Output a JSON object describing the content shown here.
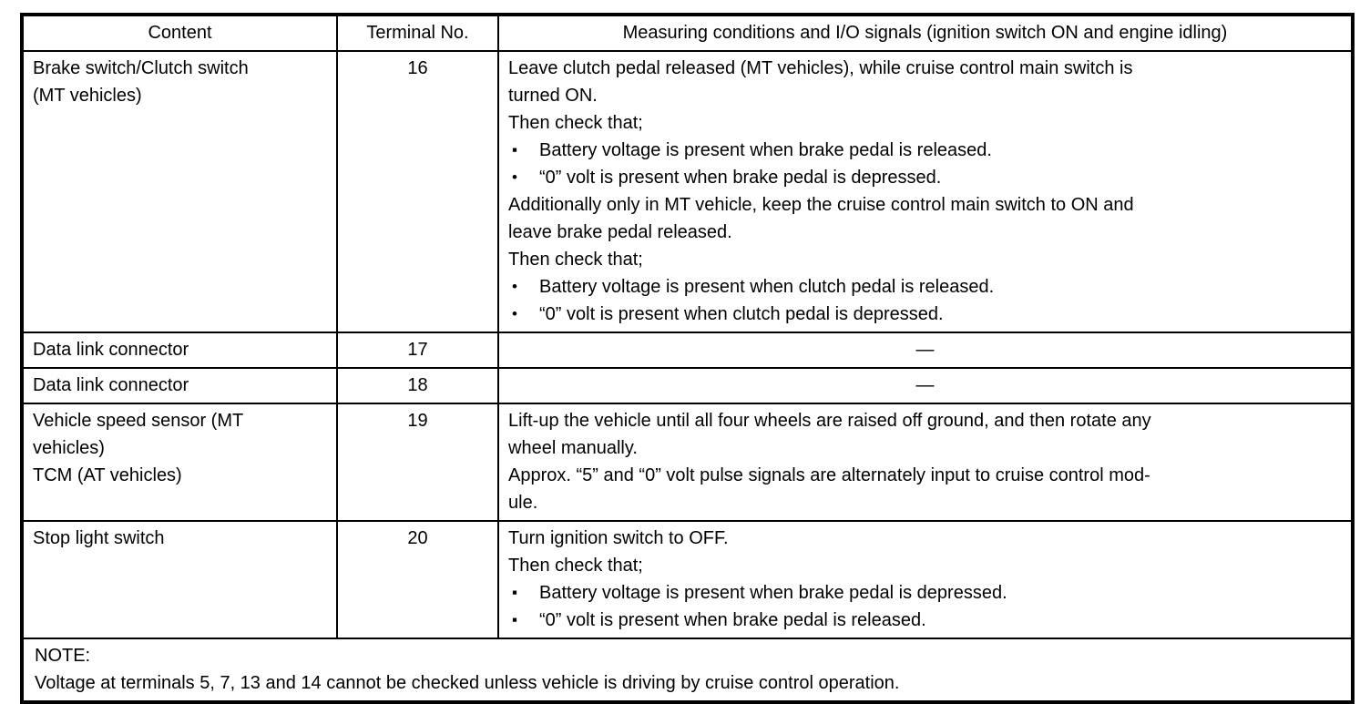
{
  "table": {
    "headers": [
      "Content",
      "Terminal No.",
      "Measuring conditions and I/O signals (ignition switch ON and engine idling)"
    ],
    "rows": [
      {
        "content_lines": [
          "Brake switch/Clutch switch",
          "(MT vehicles)"
        ],
        "terminal": "16",
        "condition_lines": [
          {
            "bullet": "",
            "text": "Leave clutch pedal released (MT vehicles), while cruise control main switch is"
          },
          {
            "bullet": "",
            "text": "turned ON."
          },
          {
            "bullet": "",
            "text": "Then check that;"
          },
          {
            "bullet": "▪",
            "text": "Battery voltage is present when brake pedal is released."
          },
          {
            "bullet": "•",
            "text": "“0” volt is present when brake pedal is depressed."
          },
          {
            "bullet": "",
            "text": "Additionally only in MT vehicle, keep the cruise control main switch to ON and"
          },
          {
            "bullet": "",
            "text": "leave brake pedal released."
          },
          {
            "bullet": "",
            "text": "Then check that;"
          },
          {
            "bullet": "•",
            "text": "Battery voltage is present when clutch pedal is released."
          },
          {
            "bullet": "•",
            "text": "“0” volt is present when clutch pedal is depressed."
          }
        ]
      },
      {
        "content_lines": [
          "Data link connector"
        ],
        "terminal": "17",
        "dash": "—"
      },
      {
        "content_lines": [
          "Data link connector"
        ],
        "terminal": "18",
        "dash": "—"
      },
      {
        "content_lines": [
          "Vehicle speed sensor (MT",
          "vehicles)",
          "TCM (AT vehicles)"
        ],
        "terminal": "19",
        "condition_lines": [
          {
            "bullet": "",
            "text": "Lift-up the vehicle until all four wheels are raised off ground, and then rotate any"
          },
          {
            "bullet": "",
            "text": "wheel manually."
          },
          {
            "bullet": "",
            "text": "Approx. “5” and “0” volt pulse signals are alternately input to cruise control mod-"
          },
          {
            "bullet": "",
            "text": "ule."
          }
        ]
      },
      {
        "content_lines": [
          "Stop light switch"
        ],
        "terminal": "20",
        "condition_lines": [
          {
            "bullet": "",
            "text": "Turn ignition switch to OFF."
          },
          {
            "bullet": "",
            "text": "Then check that;"
          },
          {
            "bullet": "▪",
            "text": "Battery voltage is present when brake pedal is depressed."
          },
          {
            "bullet": "▪",
            "text": "“0” volt is present when brake pedal is released."
          }
        ]
      }
    ],
    "note": [
      "NOTE:",
      "Voltage at terminals 5, 7, 13 and 14 cannot be checked unless vehicle is driving by cruise control operation."
    ]
  }
}
